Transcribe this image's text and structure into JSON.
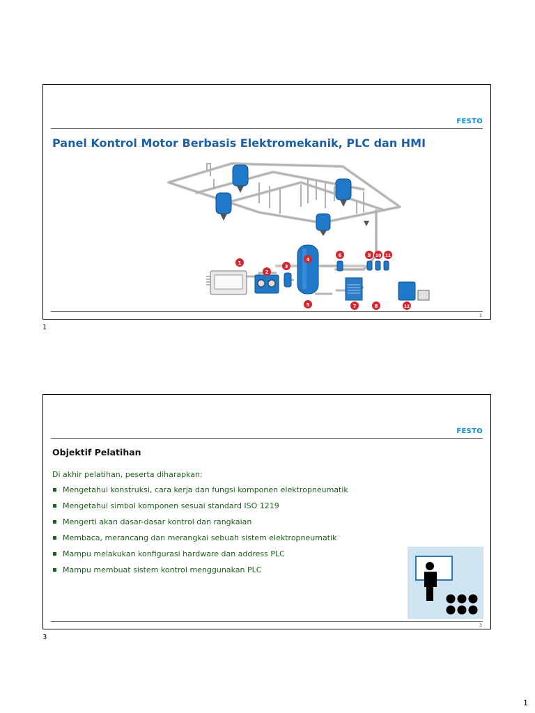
{
  "slides": [
    {
      "brand": "FESTO",
      "title": "Panel Kontrol Motor Berbasis Elektromekanik, PLC dan HMI",
      "page_number": "1",
      "diagram_labels": [
        "1",
        "2",
        "3",
        "4",
        "5",
        "6",
        "7",
        "8",
        "9",
        "10",
        "11",
        "12"
      ]
    },
    {
      "brand": "FESTO",
      "title": "Objektif Pelatihan",
      "intro": "Di akhir pelatihan, peserta diharapkan:",
      "bullets": [
        "Mengetahui konstruksi, cara kerja dan fungsi komponen elektropneumatik",
        "Mengetahui simbol komponen sesuai standard ISO 1219",
        "Mengerti akan dasar-dasar kontrol dan rangkaian",
        "Membaca, merancang dan merangkai sebuah sistem elektropneumatik",
        "Mampu melakukan konfigurasi hardware dan address PLC",
        "Mampu membuat sistem kontrol menggunakan PLC"
      ],
      "page_number": "3"
    }
  ],
  "handout_numbers": [
    "1",
    "3"
  ],
  "page_number": "1",
  "colors": {
    "brand_blue": "#0091dc",
    "title_blue": "#1a60a8",
    "bullet_green": "#1b5e1b",
    "marker_red": "#d7262b",
    "tank_blue": "#1f78c8"
  }
}
